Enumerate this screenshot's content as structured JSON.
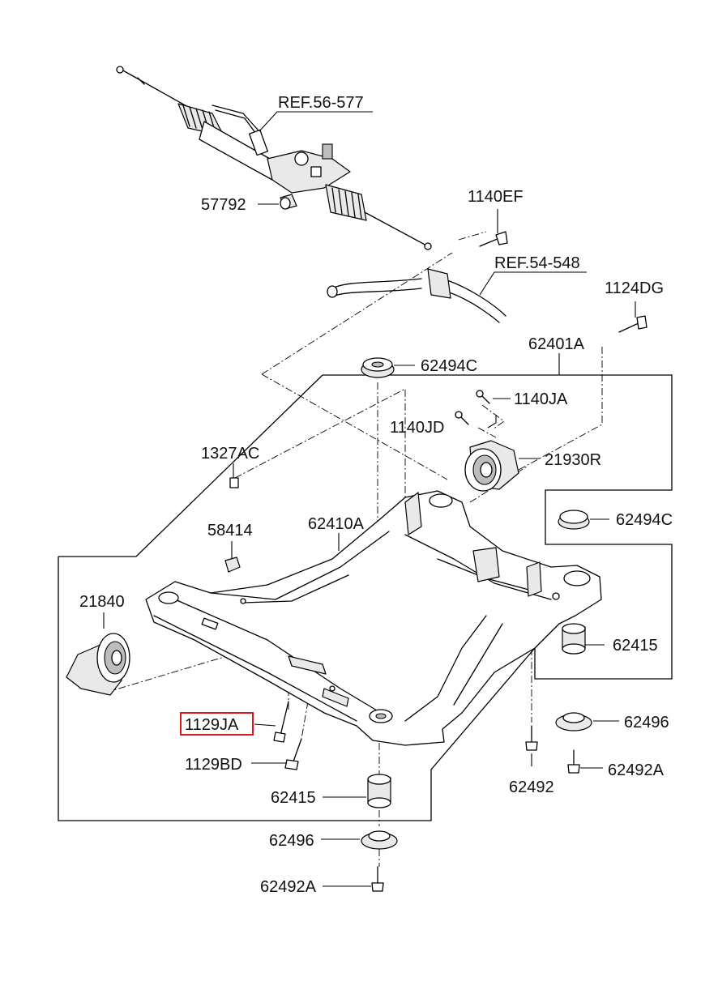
{
  "diagram": {
    "highlight_color": "#e0161e",
    "references": [
      {
        "id": "ref-56-577",
        "text": "REF.56-577"
      },
      {
        "id": "ref-54-548",
        "text": "REF.54-548"
      }
    ],
    "parts": {
      "p57792": "57792",
      "p1140EF": "1140EF",
      "p1124DG": "1124DG",
      "p62401A": "62401A",
      "p62494C_top": "62494C",
      "p1140JA": "1140JA",
      "p1140JD": "1140JD",
      "p21930R": "21930R",
      "p1327AC": "1327AC",
      "p62494C_right": "62494C",
      "p58414": "58414",
      "p62410A": "62410A",
      "p21840": "21840",
      "p62415_right": "62415",
      "p1129JA": "1129JA",
      "p62496_right": "62496",
      "p1129BD": "1129BD",
      "p62492A_right": "62492A",
      "p62492": "62492",
      "p62415_bottom": "62415",
      "p62496_bottom": "62496",
      "p62492A_bottom": "62492A"
    },
    "highlighted_part": "1129JA"
  }
}
